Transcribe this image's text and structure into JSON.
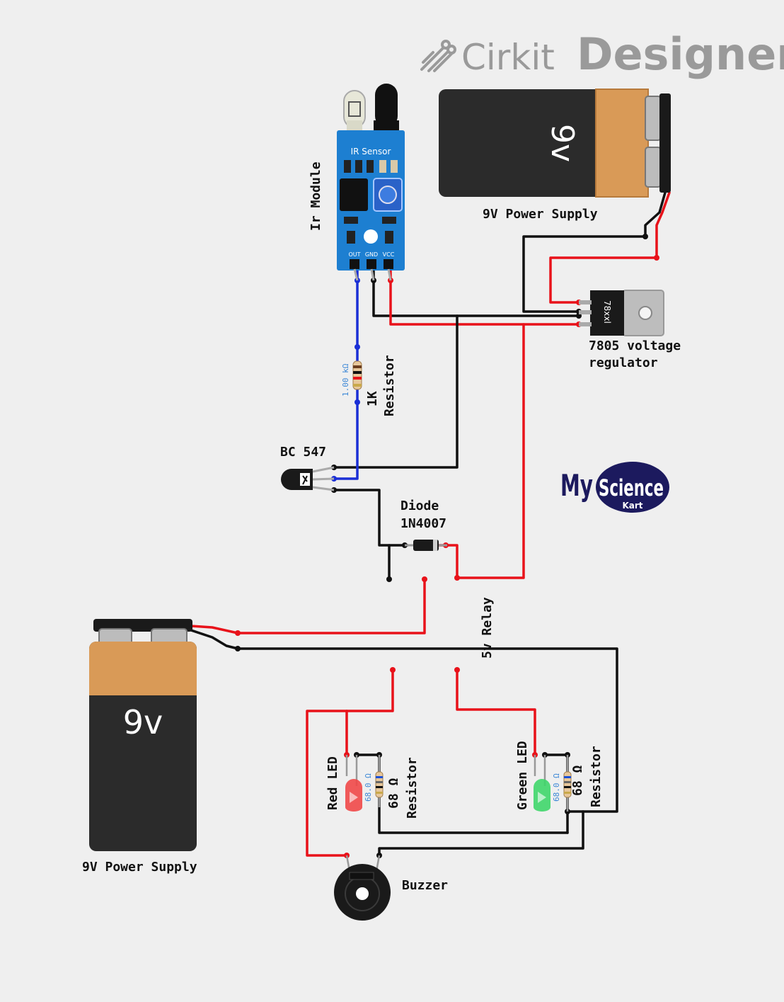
{
  "brand": {
    "name_light": "Cirkit",
    "name_bold": "Designer",
    "icon": "cirkit-logo-icon"
  },
  "watermark": {
    "my": "My",
    "science": "Science",
    "kart": "Kart"
  },
  "labels": {
    "ir_module": "Ir Module",
    "ir_board_text": "IR Sensor",
    "ir_pin_out": "OUT",
    "ir_pin_gnd": "GND",
    "ir_pin_vcc": "VCC",
    "battery_top_label": "9V Power Supply",
    "battery_top_text": "9v",
    "battery_left_label": "9V Power Supply",
    "battery_left_text": "9v",
    "regulator_line1": "7805 voltage",
    "regulator_line2": "regulator",
    "regulator_chip": "78xxl",
    "resistor_1k_value": "1.00 kΩ",
    "resistor_1k_line1": "1K",
    "resistor_1k_line2": "Resistor",
    "transistor": "BC 547",
    "diode_line1": "Diode",
    "diode_line2": "1N4007",
    "relay": "5v Relay",
    "red_led": "Red LED",
    "red_res_value": "68.0 Ω",
    "red_res_line1": "68 Ω",
    "red_res_line2": "Resistor",
    "green_led": "Green LED",
    "green_res_value": "68.0 Ω",
    "green_res_line1": "68 Ω",
    "green_res_line2": "Resistor",
    "buzzer": "Buzzer"
  },
  "colors": {
    "background": "#efefef",
    "wire_black": "#111111",
    "wire_red": "#e8121a",
    "wire_blue": "#1a2fd6",
    "battery_copper": "#d99a57",
    "battery_body": "#2b2b2b",
    "ir_board": "#1d7fd1",
    "brand_gray": "#9a9a9a",
    "watermark_navy": "#1c1a5e"
  }
}
